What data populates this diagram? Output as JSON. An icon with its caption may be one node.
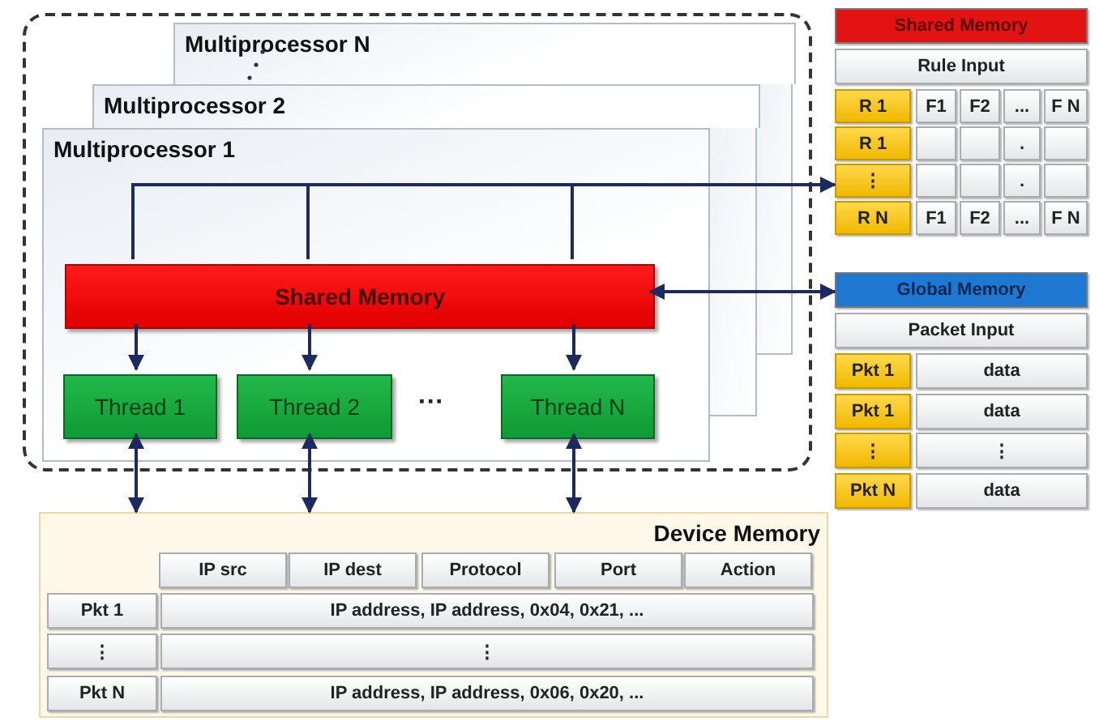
{
  "diagram": {
    "nodes": [
      {
        "text": [],
        "shape": "box"
      },
      {
        "text": [
          "Multiprocessor N"
        ],
        "in": 0
      },
      {
        "text": [
          "Multiprocessor 2"
        ],
        "in": 0
      },
      {
        "text": [
          "Multiprocessor 1"
        ],
        "in": 0
      },
      {
        "text": [
          "Shared Memory"
        ],
        "in": 3
      },
      {
        "text": [
          "Thread 1"
        ],
        "in": 3
      },
      {
        "text": [
          "Thread 2"
        ],
        "in": 3
      },
      {
        "text": [
          "Thread N"
        ],
        "in": 3
      },
      {
        "text": [
          "Shared Memory"
        ]
      },
      {
        "text": [
          "Global Memory"
        ]
      },
      {
        "text": [
          "Device Memory"
        ]
      }
    ],
    "edges": [
      {
        "from": 4,
        "to": 8,
        "arrow": "to"
      },
      {
        "from": 4,
        "to": 9,
        "arrow": "both"
      },
      {
        "from": 4,
        "to": 5,
        "arrow": "to"
      },
      {
        "from": 4,
        "to": 6,
        "arrow": "to"
      },
      {
        "from": 4,
        "to": 7,
        "arrow": "to"
      },
      {
        "from": 5,
        "to": 10,
        "arrow": "both"
      },
      {
        "from": 6,
        "to": 10,
        "arrow": "both"
      },
      {
        "from": 7,
        "to": 10,
        "arrow": "both"
      }
    ],
    "labels": [
      "···",
      "Rule Input",
      "R 1",
      "F1",
      "F2",
      "...",
      "F N",
      "R 1",
      ".",
      "⋮",
      ".",
      "R N",
      "F1",
      "F2",
      "...",
      "F N",
      "Packet Input",
      "Pkt 1",
      "data",
      "Pkt 1",
      "data",
      "⋮",
      "⋮",
      "Pkt N",
      "data",
      "IP src",
      "IP dest",
      "Protocol",
      "Port",
      "Action",
      "Pkt 1",
      "IP address, IP address, 0x04, 0x21, ...",
      "⋮",
      "⋮",
      "Pkt N",
      "IP address, IP address, 0x06, 0x20, ..."
    ]
  }
}
